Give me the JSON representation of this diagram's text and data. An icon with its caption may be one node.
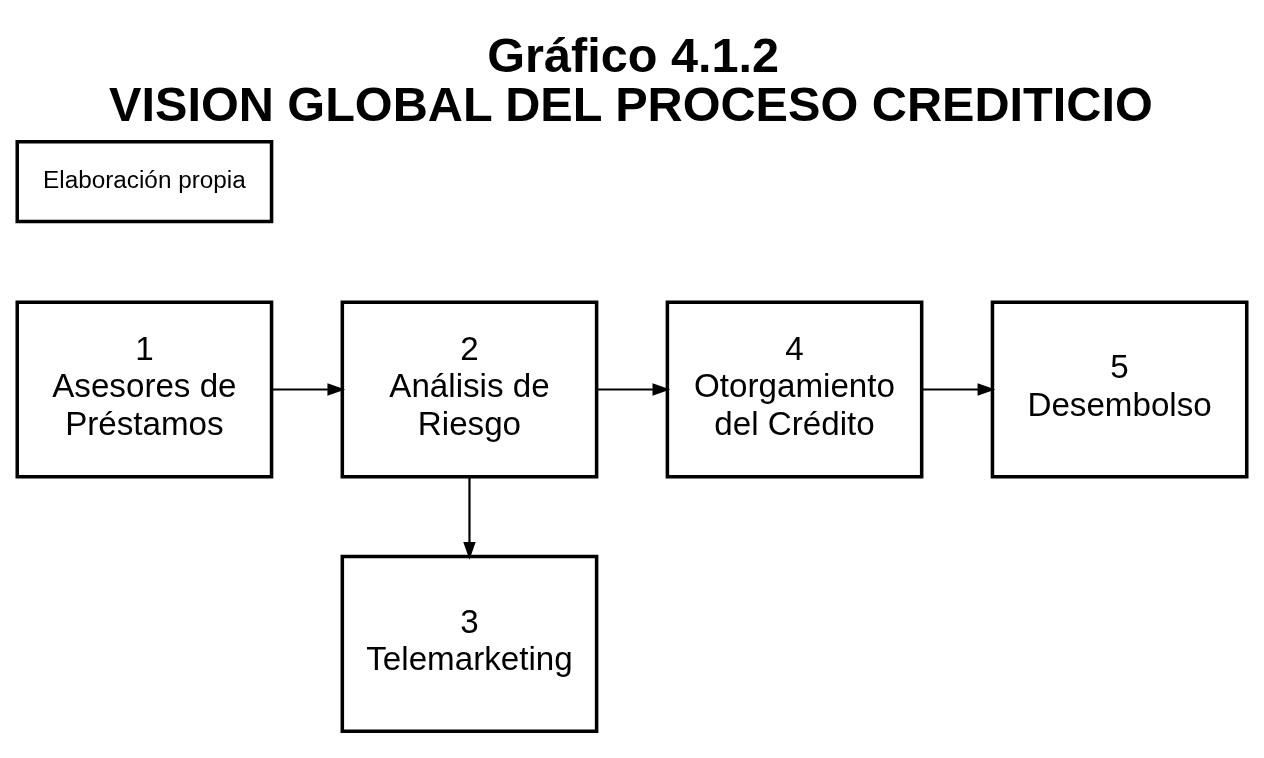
{
  "diagram": {
    "title": "Gráfico 4.1.2 VISION GLOBAL DEL PROCESO CREDITICIO",
    "nodes": [
      {
        "text": [
          "3",
          "Telemarketing"
        ]
      },
      {
        "text": [
          "1",
          "Asesores de Préstamos"
        ]
      },
      {
        "text": [
          "2",
          "Análisis de Riesgo"
        ]
      },
      {
        "text": [
          "4",
          "Otorgamiento del Crédito"
        ]
      },
      {
        "text": [
          "5",
          "Desembolso"
        ]
      },
      {
        "text": [
          "Elaboración propia"
        ]
      }
    ],
    "edges": [
      {
        "from": 1,
        "to": 2,
        "arrow": "to"
      },
      {
        "from": 2,
        "to": 0,
        "arrow": "to"
      },
      {
        "from": 2,
        "to": 3,
        "arrow": "to"
      },
      {
        "from": 3,
        "to": 4,
        "arrow": "to"
      }
    ]
  }
}
